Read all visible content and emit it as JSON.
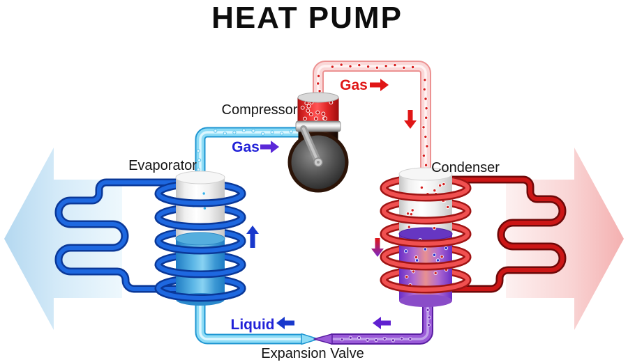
{
  "title": "HEAT PUMP",
  "labels": {
    "compressor": "Compressor",
    "evaporator": "Evaporator",
    "condenser": "Condenser",
    "expansion_valve": "Expansion Valve"
  },
  "flow": {
    "hot_gas": {
      "text": "Gas",
      "color": "#e01616"
    },
    "cold_gas": {
      "text": "Gas",
      "color": "#2121d8"
    },
    "liquid": {
      "text": "Liquid",
      "color": "#2121d8"
    }
  },
  "arrows": {
    "hot_red": "#e01616",
    "cold_blue": "#1838cc",
    "violet": "#5a28d8",
    "deep_violet": "#6020d0"
  },
  "palette": {
    "cold_coil_blue": "#1e68e0",
    "cold_coil_edge": "#0a3898",
    "hot_coil_red": "#cc1616",
    "hot_coil_edge": "#6e0808",
    "suction_pipe_cyan": "#8edcf6",
    "discharge_pipe_pink": "#fad8d8",
    "expansion_pipe_purple": "#9a5ad8",
    "cold_air_arrow": "#c2e2f4",
    "hot_air_arrow": "#f6bcbc",
    "evaporator_liquid": "#4aa6dc",
    "condenser_liquid": "#8a4cc8"
  }
}
